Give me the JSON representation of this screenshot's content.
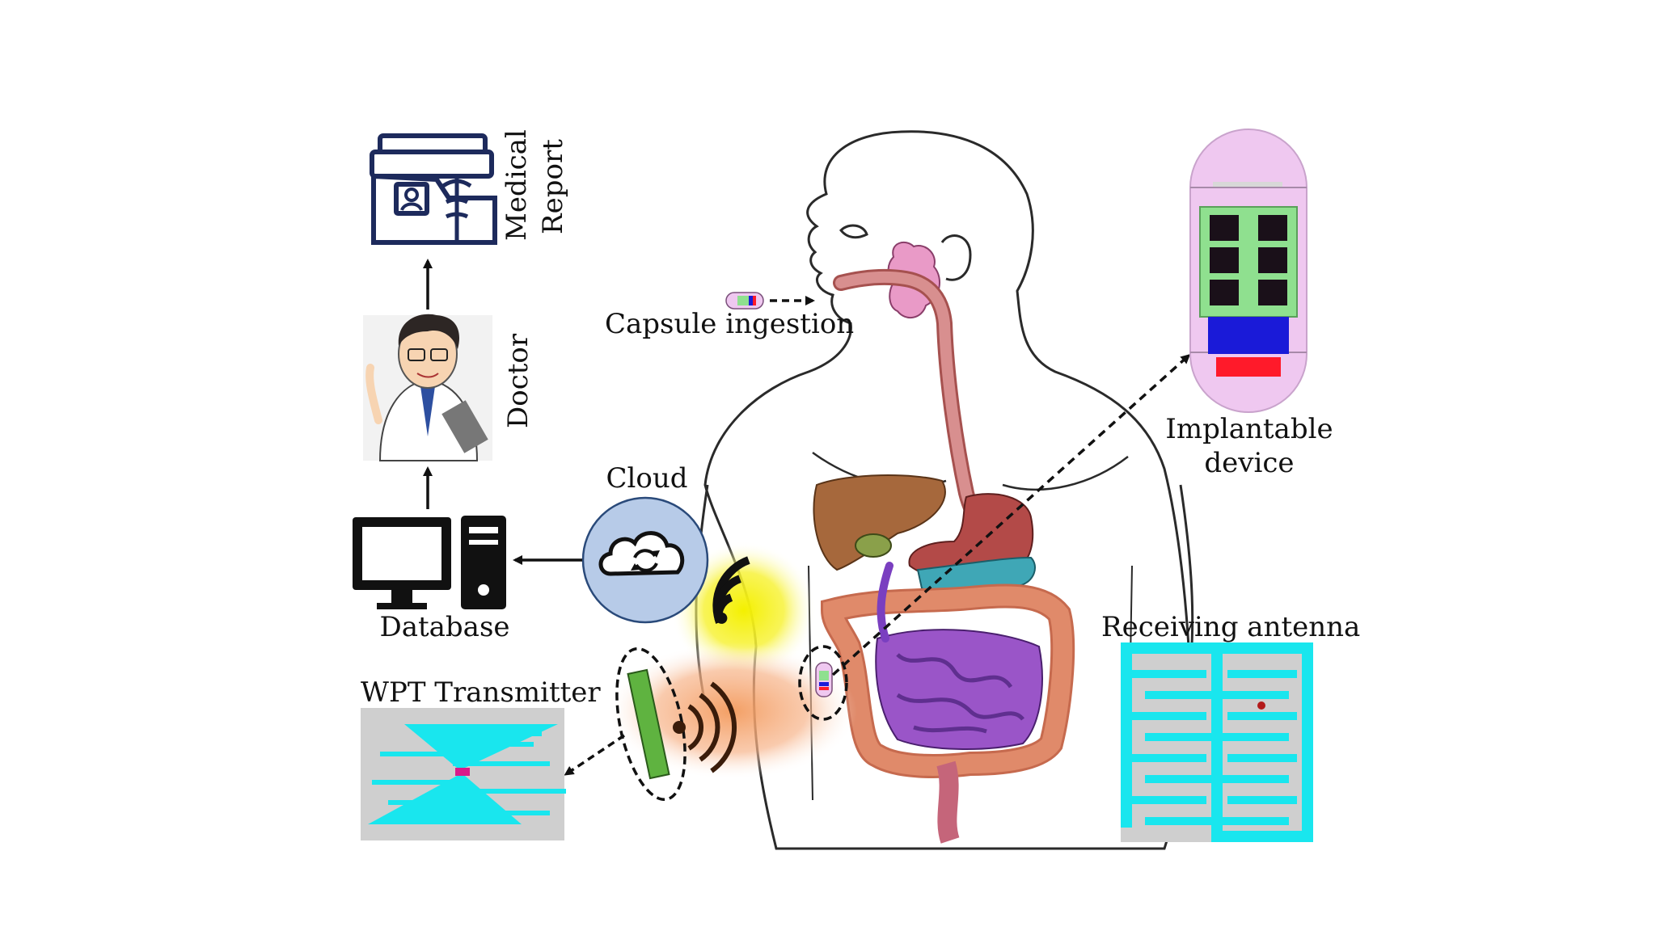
{
  "labels": {
    "medical_report_line1": "Medical",
    "medical_report_line2": "Report",
    "doctor": "Doctor",
    "database": "Database",
    "cloud": "Cloud",
    "capsule_ingestion": "Capsule ingestion",
    "implantable_device_line1": "Implantable",
    "implantable_device_line2": "device",
    "receiving_antenna": "Receiving antenna",
    "wpt_transmitter": "WPT Transmitter"
  },
  "icons": [
    "medical-report-icon",
    "doctor-illustration",
    "computer-monitor-icon",
    "computer-tower-icon",
    "cloud-sync-icon",
    "wifi-signal-icon",
    "human-body-illustration",
    "capsule-icon",
    "implantable-device-illustration",
    "receiving-antenna-illustration",
    "wpt-transmitter-illustration",
    "wpt-coil-icon"
  ],
  "colors": {
    "cloud_fill": "#b7cbe8",
    "wifi_glow": "#f4f000",
    "wpt_glow": "#f6a56a",
    "antenna_trace": "#19e6ee",
    "antenna_substrate": "#cfcfcf",
    "capsule_shell": "#efc8f0",
    "capsule_chip_green": "#8fe08f",
    "capsule_blue": "#1a1ad8",
    "capsule_red": "#ff1a2a",
    "coil_green": "#5fb340",
    "stomach": "#b34a48",
    "liver": "#a6683c",
    "intestine": "#9a55c8",
    "colon": "#e08a6a",
    "esophagus": "#d88f8f",
    "brain_pink": "#e99ac7"
  }
}
